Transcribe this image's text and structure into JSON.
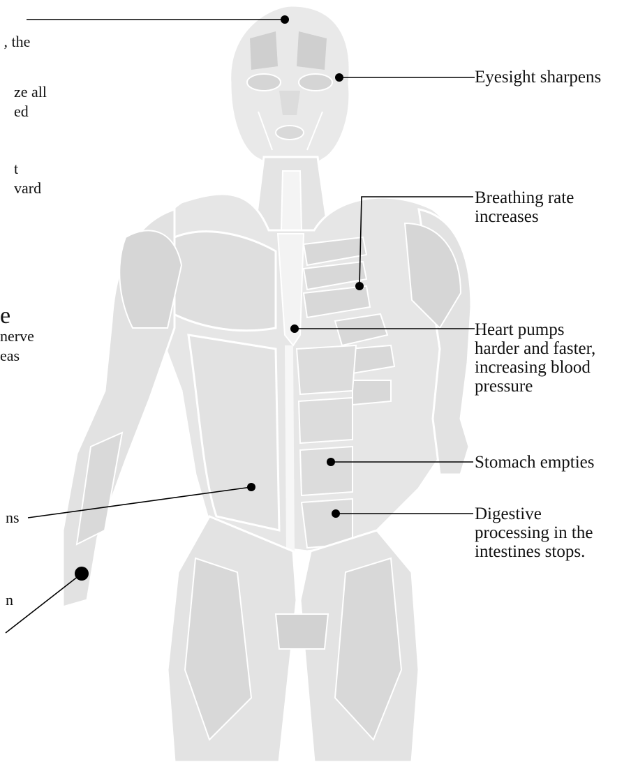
{
  "labels": {
    "eyesight": [
      "Eyesight sharpens"
    ],
    "breathing": [
      "Breathing rate",
      "increases"
    ],
    "heart": [
      "Heart pumps",
      "harder and faster,",
      "increasing blood",
      "pressure"
    ],
    "stomach": [
      "Stomach empties"
    ],
    "digestive": [
      "Digestive",
      "processing in the",
      "intestines stops."
    ],
    "left_fragment_1": [
      " , the"
    ],
    "left_fragment_2": [
      "ze all",
      "ed"
    ],
    "left_fragment_3": [
      "t",
      "vard"
    ],
    "left_fragment_4": [
      "e",
      "nerve",
      "eas"
    ],
    "left_fragment_5": [
      "ns"
    ],
    "left_fragment_6": [
      "n"
    ]
  },
  "colors": {
    "figure_fill": "#e8e8e8",
    "figure_shade": "#cfcfcf",
    "figure_line": "#ffffff",
    "leader": "#000000",
    "text": "#111111"
  }
}
